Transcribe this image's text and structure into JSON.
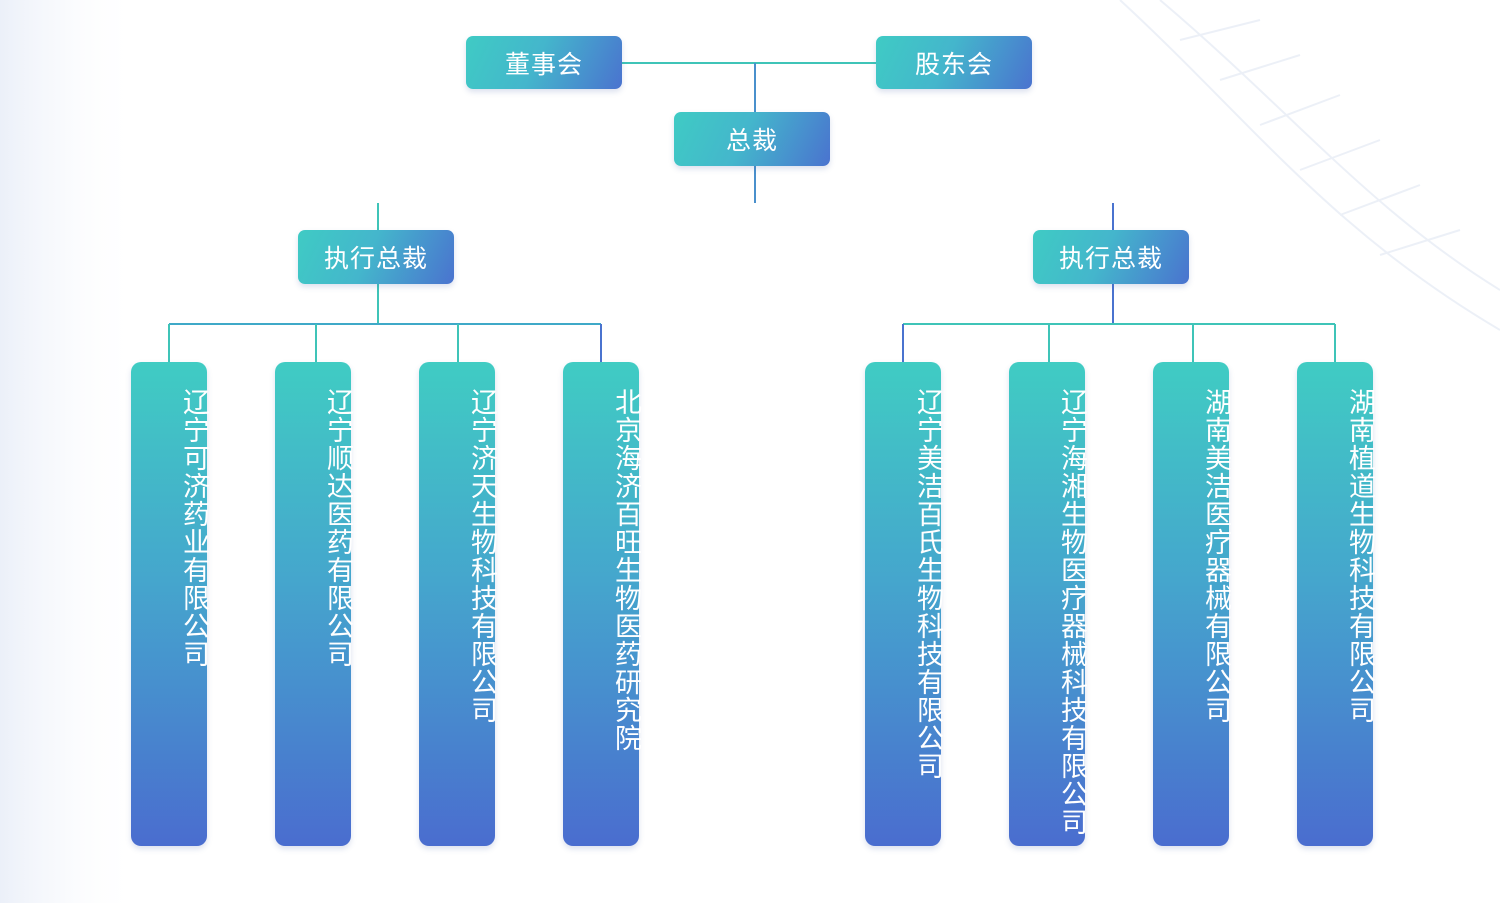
{
  "colors": {
    "connector_teal": "#3fc4b8",
    "connector_blue": "#4a73cf",
    "node_gradient_start": "#3fcbc4",
    "node_gradient_end": "#4a6dcf",
    "text": "#ffffff"
  },
  "top": {
    "board": "董事会",
    "shareholders": "股东会"
  },
  "president": "总裁",
  "executives": [
    {
      "label": "执行总裁"
    },
    {
      "label": "执行总裁"
    }
  ],
  "companies_left": [
    {
      "name": "辽宁可济药业有限公司"
    },
    {
      "name": "辽宁顺达医药有限公司"
    },
    {
      "name": "辽宁济天生物科技有限公司"
    },
    {
      "name": "北京海济百旺生物医药研究院"
    }
  ],
  "companies_right": [
    {
      "name": "辽宁美洁百氏生物科技有限公司"
    },
    {
      "name": "辽宁海湘生物医疗器械科技有限公司"
    },
    {
      "name": "湖南美洁医疗器械有限公司"
    },
    {
      "name": "湖南植道生物科技有限公司"
    }
  ]
}
